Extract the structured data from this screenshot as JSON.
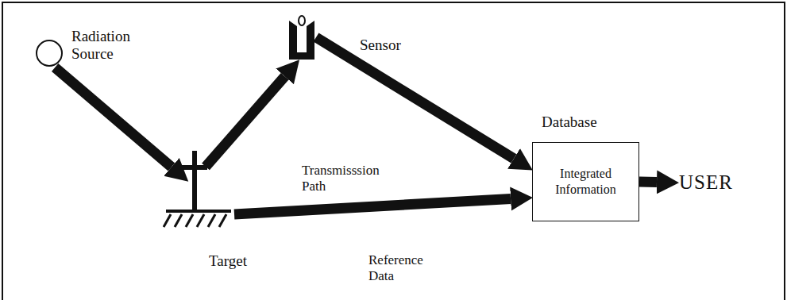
{
  "diagram": {
    "nodes": [
      {
        "text": [
          "Radiation Source"
        ]
      },
      {
        "text": [
          "Sensor"
        ]
      },
      {
        "text": [
          "Database",
          "Integrated Information"
        ]
      },
      {
        "text": [
          "USER"
        ]
      },
      {
        "text": [
          "Target"
        ]
      }
    ],
    "edges": [
      {
        "from": 0,
        "to": 4,
        "arrow": "to"
      },
      {
        "from": 4,
        "to": 1,
        "label": "Transmisssion Path",
        "arrow": "to"
      },
      {
        "from": 1,
        "to": 2,
        "arrow": "to"
      },
      {
        "from": 4,
        "to": 2,
        "label": "Reference Data",
        "arrow": "to"
      },
      {
        "from": 2,
        "to": 3,
        "arrow": "to"
      }
    ]
  }
}
